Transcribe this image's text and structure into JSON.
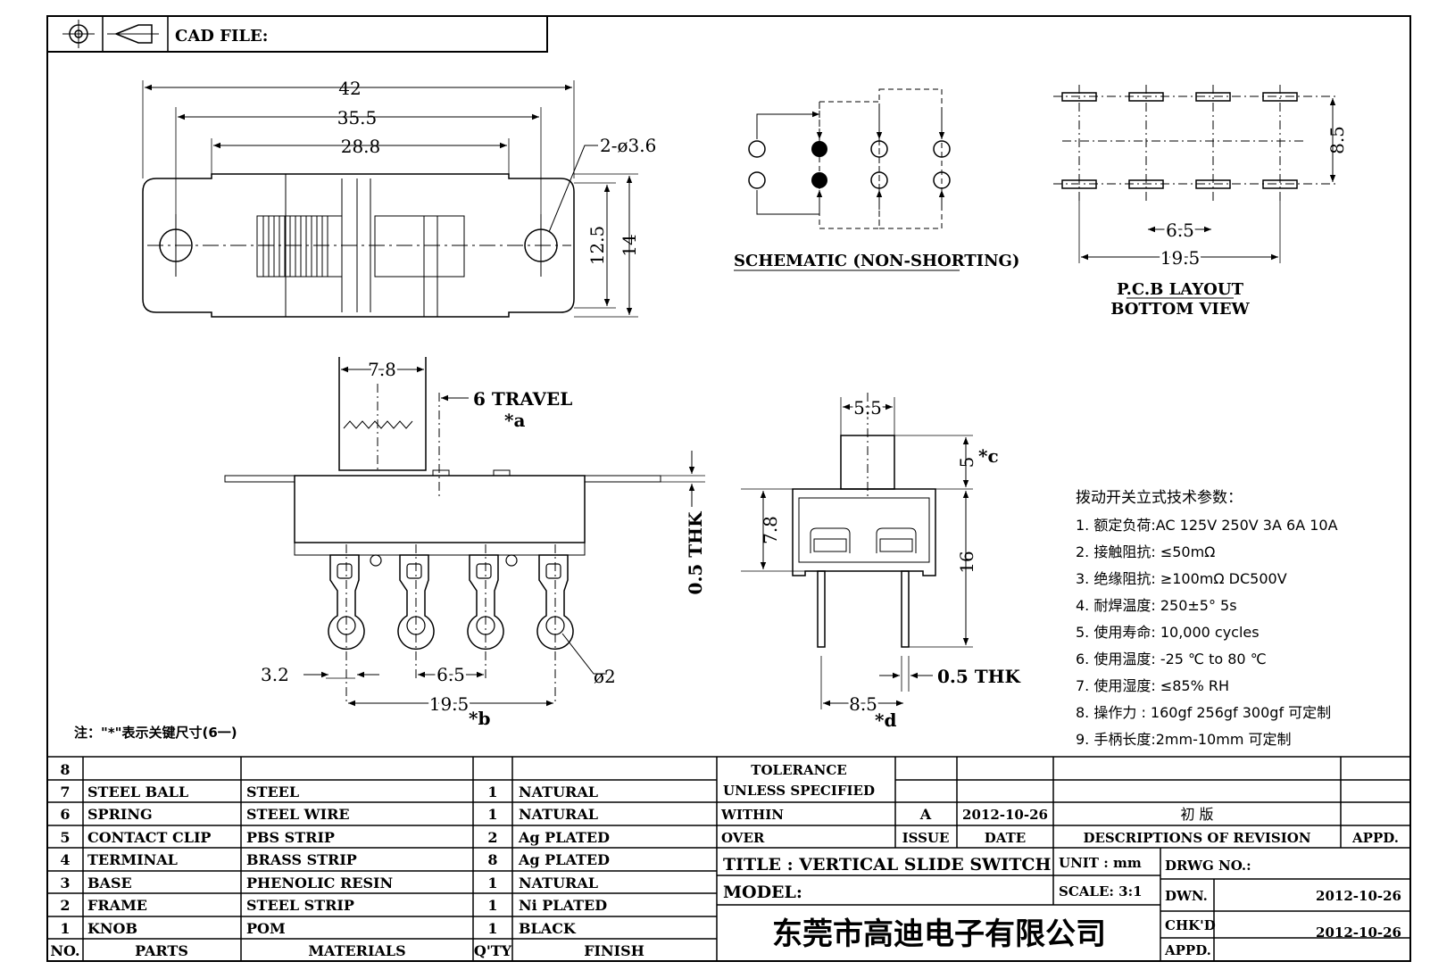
{
  "title_bar": {
    "cad_file_label": "CAD FILE:"
  },
  "top_view": {
    "dims": {
      "d42": "42",
      "d35_5": "35.5",
      "d28_8": "28.8",
      "hole": "2-ø3.6",
      "d12_5": "12.5",
      "d14": "14"
    }
  },
  "schematic": {
    "label": "SCHEMATIC (NON-SHORTING)"
  },
  "pcb": {
    "label_line1": "P.C.B LAYOUT",
    "label_line2": "BOTTOM VIEW",
    "d8_5": "8.5",
    "d6_5": "6.5",
    "d19_5": "19.5"
  },
  "front_view": {
    "d7_8": "7.8",
    "travel": "6 TRAVEL",
    "travel_mark": "*a",
    "thk": "0.5 THK",
    "d3_2": "3.2",
    "d6_5": "6.5",
    "d19_5": "19.5",
    "b_mark": "*b",
    "pin_dia": "ø2"
  },
  "side_view": {
    "d5_5": "5.5",
    "d5": "5",
    "c_mark": "*c",
    "d7_8": "7.8",
    "d16": "16",
    "thk": "0.5 THK",
    "d8_5": "8.5",
    "d_mark": "*d"
  },
  "note": "注：\"*\"表示关键尺寸(6一)",
  "specs": {
    "heading": "拨动开关立式技术参数：",
    "items": [
      "1.  额定负荷:AC 125V 250V    3A    6A    10A",
      "2.  接触阻抗:  ≤50mΩ",
      "3.  绝缘阻抗:  ≥100mΩ   DC500V",
      "4.  耐焊温度: 250±5°   5s",
      "5.  使用寿命: 10,000 cycles",
      "6.  使用温度: -25  ℃   to 80  ℃",
      "7.  使用湿度:  ≤85% RH",
      "8.  操作力 : 160gf    256gf    300gf  可定制",
      "9.  手柄长度:2mm-10mm   可定制"
    ]
  },
  "bom": {
    "headers": {
      "no": "NO.",
      "parts": "PARTS",
      "materials": "MATERIALS",
      "qty": "Q'TY",
      "finish": "FINISH"
    },
    "rows": [
      {
        "no": "8",
        "part": "",
        "material": "",
        "qty": "",
        "finish": ""
      },
      {
        "no": "7",
        "part": "STEEL BALL",
        "material": "STEEL",
        "qty": "1",
        "finish": "NATURAL"
      },
      {
        "no": "6",
        "part": "SPRING",
        "material": "STEEL WIRE",
        "qty": "1",
        "finish": "NATURAL"
      },
      {
        "no": "5",
        "part": "CONTACT CLIP",
        "material": "PBS STRIP",
        "qty": "2",
        "finish": "Ag PLATED"
      },
      {
        "no": "4",
        "part": "TERMINAL",
        "material": "BRASS STRIP",
        "qty": "8",
        "finish": "Ag PLATED"
      },
      {
        "no": "3",
        "part": "BASE",
        "material": "PHENOLIC RESIN",
        "qty": "1",
        "finish": "NATURAL"
      },
      {
        "no": "2",
        "part": "FRAME",
        "material": "STEEL STRIP",
        "qty": "1",
        "finish": "Ni PLATED"
      },
      {
        "no": "1",
        "part": "KNOB",
        "material": "POM",
        "qty": "1",
        "finish": "BLACK"
      }
    ]
  },
  "title_block": {
    "tol_line1": "TOLERANCE",
    "tol_line2": "UNLESS   SPECIFIED",
    "within": "WITHIN",
    "over": "OVER",
    "rev_issue_val": "A",
    "rev_date_val": "2012-10-26",
    "rev_desc_val": "初  版",
    "issue": "ISSUE",
    "date": "DATE",
    "desc_rev": "DESCRIPTIONS OF REVISION",
    "appd": "APPD.",
    "title": "TITLE :   VERTICAL  SLIDE  SWITCH",
    "unit": "UNIT :   mm",
    "drwg": "DRWG NO.:",
    "model": "MODEL:",
    "scale": "SCALE:   3:1",
    "dwn": "DWN.",
    "dwn_date": "2012-10-26",
    "chkd": "CHK'D",
    "chk_date": "2012-10-26",
    "appd2": "APPD.",
    "company": "东莞市高迪电子有限公司"
  }
}
